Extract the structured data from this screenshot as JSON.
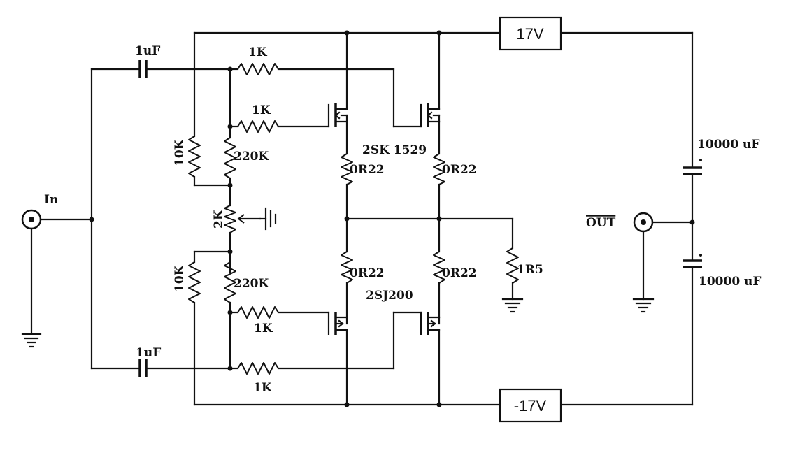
{
  "labels": {
    "input": "In",
    "output": "OUT",
    "cap_in_top": "1uF",
    "cap_in_bottom": "1uF",
    "r_top_series": "1K",
    "r_top_gate": "1K",
    "r_bottom_gate": "1K",
    "r_bottom_series": "1K",
    "r_bias_top_left": "10K",
    "r_bias_top": "220K",
    "pot": "2K",
    "r_bias_bottom_left": "10K",
    "r_bias_bottom": "220K",
    "r_source_top_1": "0R22",
    "r_source_top_2": "0R22",
    "r_source_bottom_1": "0R22",
    "r_source_bottom_2": "0R22",
    "mosfet_n": "2SK 1529",
    "mosfet_p": "2SJ200",
    "r_load": "1R5",
    "cap_out_top": "10000 uF",
    "cap_out_bottom": "10000 uF",
    "supply_pos": "17V",
    "supply_neg": "-17V"
  },
  "icons": [
    "input-jack-icon",
    "output-jack-icon",
    "ground-icon",
    "mosfet-icon",
    "capacitor-icon",
    "resistor-icon",
    "potentiometer-icon"
  ]
}
